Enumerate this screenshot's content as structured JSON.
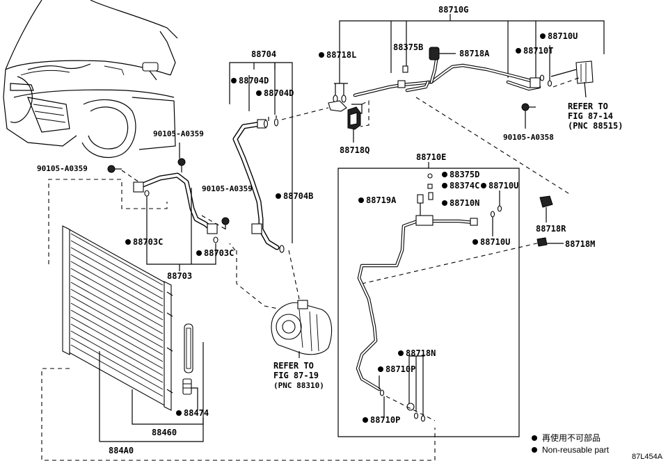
{
  "labels": {
    "l_88710G": "88710G",
    "l_88710U_top": "88710U",
    "l_88710T": "88710T",
    "l_88375B": "88375B",
    "l_88718A": "88718A",
    "l_88718L": "88718L",
    "l_88704": "88704",
    "l_88704D_a": "88704D",
    "l_88704D_b": "88704D",
    "l_88718Q": "88718Q",
    "l_refer1_a": "REFER TO",
    "l_refer1_b": "FIG 87-14",
    "l_refer1_c": "(PNC 88515)",
    "l_90105_A0358": "90105-A0358",
    "l_90105_A0359_a": "90105-A0359",
    "l_90105_A0359_b": "90105-A0359",
    "l_90105_A0359_c": "90105-A0359",
    "l_88704B": "88704B",
    "l_88710E": "88710E",
    "l_88375D": "88375D",
    "l_88374C": "88374C",
    "l_88710U_mid": "88710U",
    "l_88719A": "88719A",
    "l_88710N": "88710N",
    "l_88718R": "88718R",
    "l_88710U_low": "88710U",
    "l_88718M": "88718M",
    "l_88703C_a": "88703C",
    "l_88703C_b": "88703C",
    "l_88703": "88703",
    "l_refer2_a": "REFER TO",
    "l_refer2_b": "FIG 87-19",
    "l_refer2_c": "(PNC 88310)",
    "l_88718N": "88718N",
    "l_88710P_a": "88710P",
    "l_88710P_b": "88710P",
    "l_88474": "88474",
    "l_88460": "88460",
    "l_884A0": "884A0"
  },
  "legend": {
    "line1": "再使用不可部品",
    "line2": "Non-reusable part"
  },
  "figure_code": "87L454A"
}
